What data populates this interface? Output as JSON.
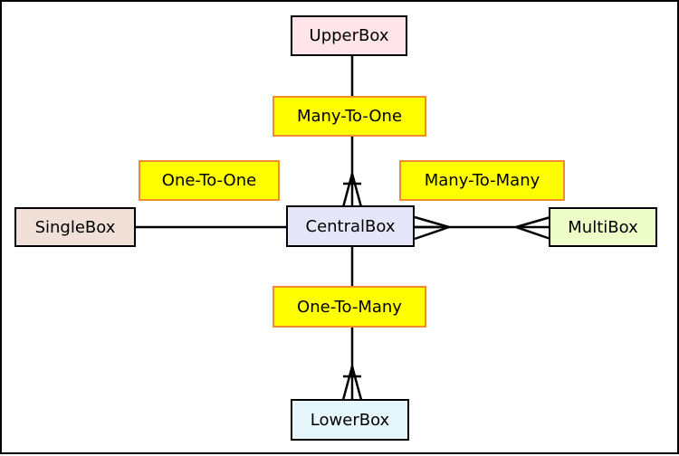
{
  "entities": {
    "upper": {
      "name": "UpperBox",
      "color": "#ffe4e9"
    },
    "central": {
      "name": "CentralBox",
      "color": "#e6e6fa"
    },
    "single": {
      "name": "SingleBox",
      "color": "#f0e0d8"
    },
    "multi": {
      "name": "MultiBox",
      "color": "#eefcc8"
    },
    "lower": {
      "name": "LowerBox",
      "color": "#e6f6fd"
    }
  },
  "relationships": {
    "upper": {
      "label": "Many-To-One"
    },
    "single": {
      "label": "One-To-One"
    },
    "multi": {
      "label": "Many-To-Many"
    },
    "lower": {
      "label": "One-To-Many"
    }
  },
  "colors": {
    "label_fill": "#ffff00",
    "label_border": "#f28c28",
    "line": "#000000"
  }
}
